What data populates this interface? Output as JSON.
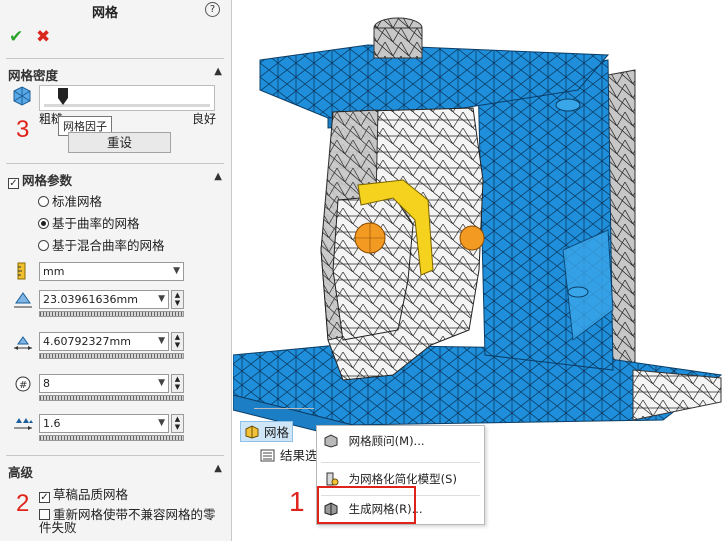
{
  "panel": {
    "title": "网格",
    "help_glyph": "?",
    "ok_glyph": "✔",
    "cancel_glyph": "✖",
    "density": {
      "header": "网格密度",
      "coarse": "粗糙",
      "fine": "良好",
      "tooltip": "网格因子",
      "reset": "重设",
      "slider_level": 0.08
    },
    "params": {
      "header": "网格参数",
      "options": [
        "标准网格",
        "基于曲率的网格",
        "基于混合曲率的网格"
      ],
      "selected": 1,
      "unit": "mm",
      "fields": [
        "23.03961636mm",
        "4.60792327mm",
        "8",
        "1.6"
      ]
    },
    "advanced": {
      "header": "高级",
      "draft_quality": "草稿品质网格",
      "remesh": "重新网格使带不兼容网格的零件失败"
    }
  },
  "tree": {
    "mesh_label": "网格",
    "results_label": "结果选"
  },
  "context_menu": {
    "items": [
      "网格顾问(M)...",
      "为网格化简化模型(S)",
      "生成网格(R)..."
    ]
  },
  "annotations": [
    "1",
    "2",
    "3"
  ],
  "colors": {
    "accent_blue": "#1f8fdb",
    "annotation_red": "#e0231a",
    "highlight_orange": "#f29a22",
    "highlight_yellow": "#f4d21d"
  }
}
